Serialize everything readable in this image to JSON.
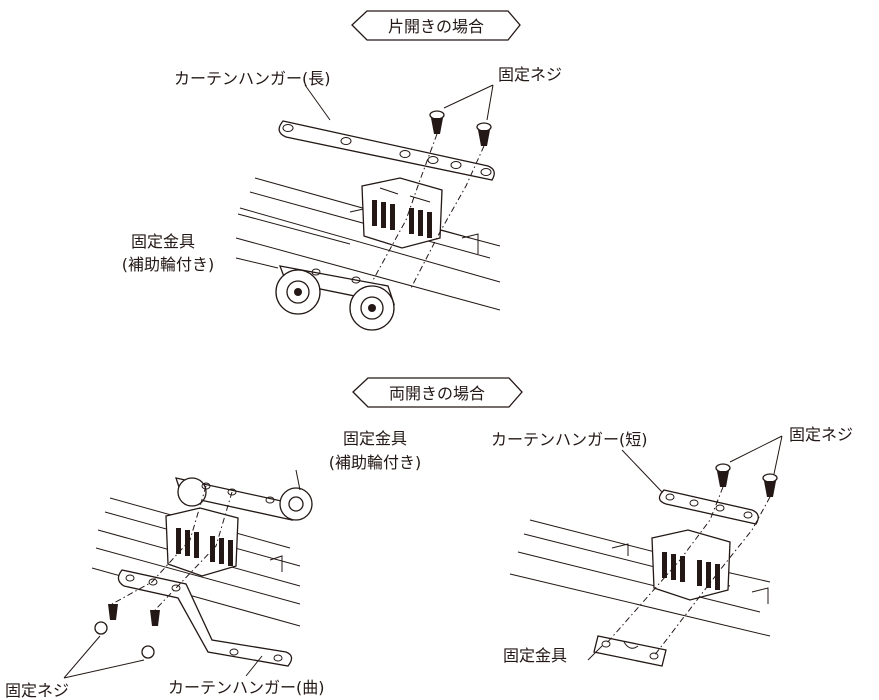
{
  "top_section": {
    "title": "片開きの場合",
    "hanger_label": "カーテンハンガー(長)",
    "screw_label": "固定ネジ",
    "bracket_label_line1": "固定金具",
    "bracket_label_line2": "(補助輪付き)"
  },
  "bottom_section": {
    "title": "両開きの場合",
    "left": {
      "bracket_label_line1": "固定金具",
      "bracket_label_line2": "(補助輪付き)",
      "screw_label": "固定ネジ",
      "hanger_label": "カーテンハンガー(曲)"
    },
    "right": {
      "hanger_label": "カーテンハンガー(短)",
      "screw_label": "固定ネジ",
      "bracket_label": "固定金具"
    }
  }
}
